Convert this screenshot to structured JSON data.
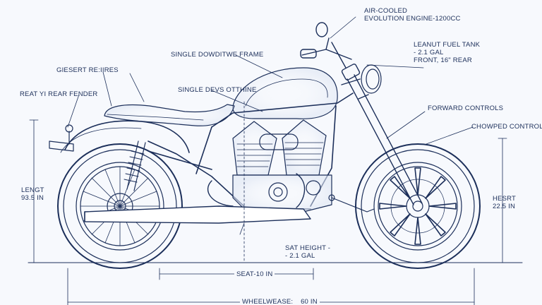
{
  "callouts": {
    "engine": {
      "line1": "AIR-COOLED",
      "line2": "EVOLUTION ENGINE-1200CC"
    },
    "frame": "SINGLE DOWDITWE FRAME",
    "fuel_tank": {
      "line1": "LEANUT FUEL TANK",
      "line2": "- 2.1 GAL",
      "line3": "FRONT, 16\" REAR"
    },
    "seat_desc": "GIESERT RE:IIRES",
    "rear_fender": "REAT YI REAR FENDER",
    "desc_outline": "SINGLE DEVS OTTHINE",
    "forward_controls": "FORWARD CONTROLS",
    "chrome_controls": "CHOWPED CONTROLS",
    "length": {
      "line1": "LENGT",
      "line2": "93.5 IN"
    },
    "height": {
      "line1": "HESRT",
      "line2": "22.5 IN"
    },
    "seat_height": {
      "line1": "SAT HEIGHT -",
      "line2": "- 2.1 GAL"
    },
    "seat_dim": "SEAT-10 IN",
    "wheelbase": {
      "label": "WHEELWEASE:",
      "value": "60 IN"
    }
  },
  "colors": {
    "ink": "#1c2f5a",
    "paper": "#f7f9fd"
  }
}
